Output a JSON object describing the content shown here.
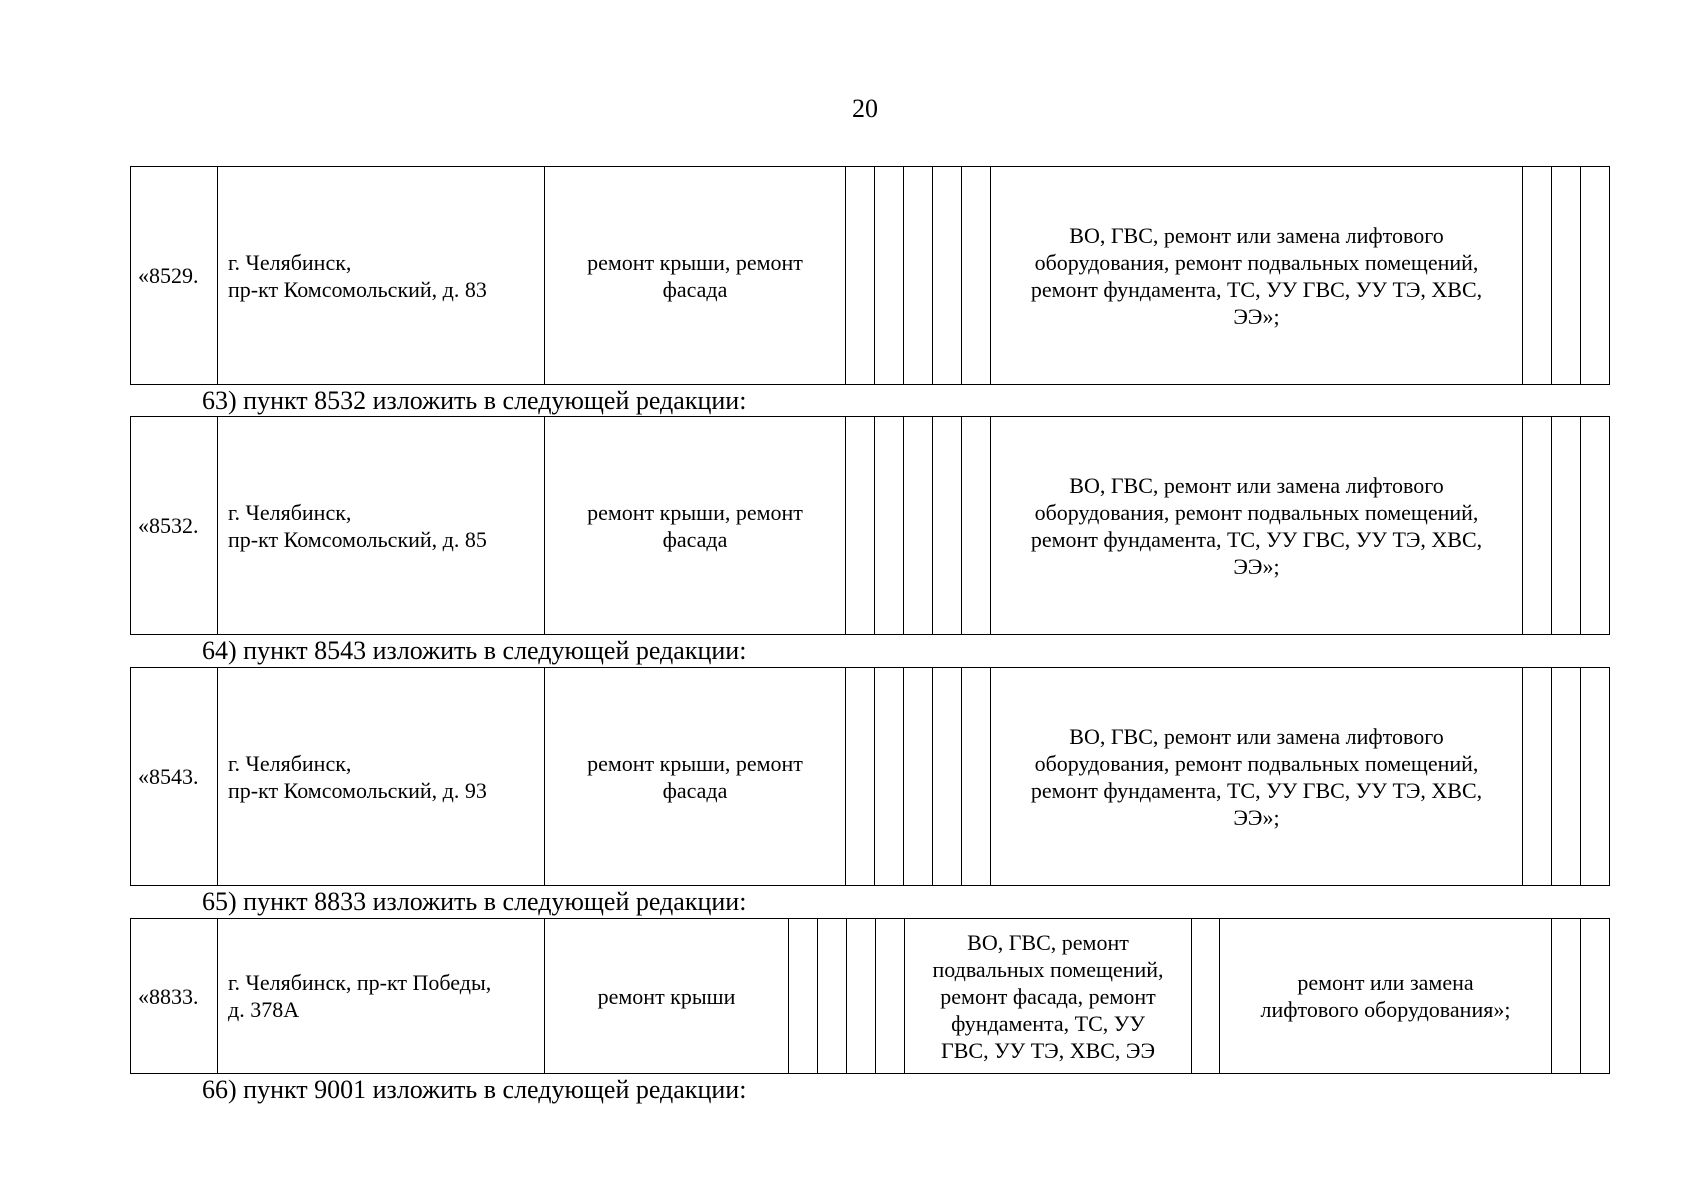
{
  "page_number": "20",
  "records": [
    {
      "number": "«8529.",
      "address": "г. Челябинск,\nпр-кт Комсомольский, д. 83",
      "works": "ремонт крыши, ремонт\nфасада",
      "other_works": "ВО, ГВС, ремонт или замена лифтового\nоборудования, ремонт подвальных помещений,\nремонт фундамента, ТС, УУ ГВС, УУ ТЭ, ХВС,\nЭЭ»;"
    },
    {
      "number": "«8532.",
      "address": "г. Челябинск,\nпр-кт Комсомольский, д. 85",
      "works": "ремонт крыши, ремонт\nфасада",
      "other_works": "ВО, ГВС, ремонт или замена лифтового\nоборудования, ремонт подвальных помещений,\nремонт фундамента, ТС, УУ ГВС, УУ ТЭ, ХВС,\nЭЭ»;"
    },
    {
      "number": "«8543.",
      "address": "г. Челябинск,\nпр-кт Комсомольский, д. 93",
      "works": "ремонт крыши, ремонт\nфасада",
      "other_works": "ВО, ГВС, ремонт или замена лифтового\nоборудования, ремонт подвальных помещений,\nремонт фундамента, ТС, УУ ГВС, УУ ТЭ, ХВС,\nЭЭ»;"
    },
    {
      "number": "«8833.",
      "address": "г. Челябинск, пр-кт Победы,\nд. 378А",
      "works": "ремонт крыши",
      "middle_works": "ВО, ГВС, ремонт\nподвальных помещений,\nремонт фасада, ремонт\nфундамента, ТС, УУ\nГВС, УУ ТЭ, ХВС, ЭЭ",
      "later_works": "ремонт или замена\nлифтового оборудования»;"
    }
  ],
  "paragraphs": [
    "63) пункт 8532 изложить в следующей редакции:",
    "64) пункт 8543 изложить в следующей редакции:",
    "65) пункт 8833 изложить в следующей редакции:",
    "66) пункт 9001 изложить в следующей редакции:"
  ]
}
